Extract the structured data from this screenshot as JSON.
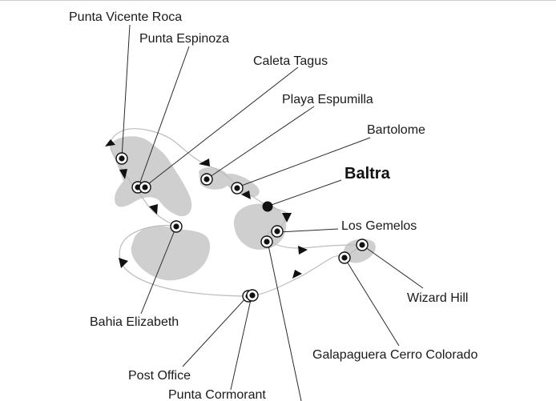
{
  "map": {
    "colors": {
      "land": "#cfcfcf",
      "route": "#bdbdbd",
      "text": "#1a1a1a",
      "marker": "#111111"
    },
    "ports": [
      {
        "id": "punta-vicente-roca",
        "label": "Punta Vicente Roca"
      },
      {
        "id": "punta-espinoza",
        "label": "Punta Espinoza"
      },
      {
        "id": "caleta-tagus",
        "label": "Caleta Tagus"
      },
      {
        "id": "playa-espumilla",
        "label": "Playa Espumilla"
      },
      {
        "id": "bartolome",
        "label": "Bartolome"
      },
      {
        "id": "baltra",
        "label": "Baltra"
      },
      {
        "id": "los-gemelos",
        "label": "Los Gemelos"
      },
      {
        "id": "wizard-hill",
        "label": "Wizard Hill"
      },
      {
        "id": "galapaguera",
        "label": "Galapaguera Cerro Colorado"
      },
      {
        "id": "bahia-elizabeth",
        "label": "Bahia Elizabeth"
      },
      {
        "id": "post-office",
        "label": "Post Office"
      },
      {
        "id": "punta-cormorant",
        "label": "Punta Cormorant"
      }
    ]
  }
}
